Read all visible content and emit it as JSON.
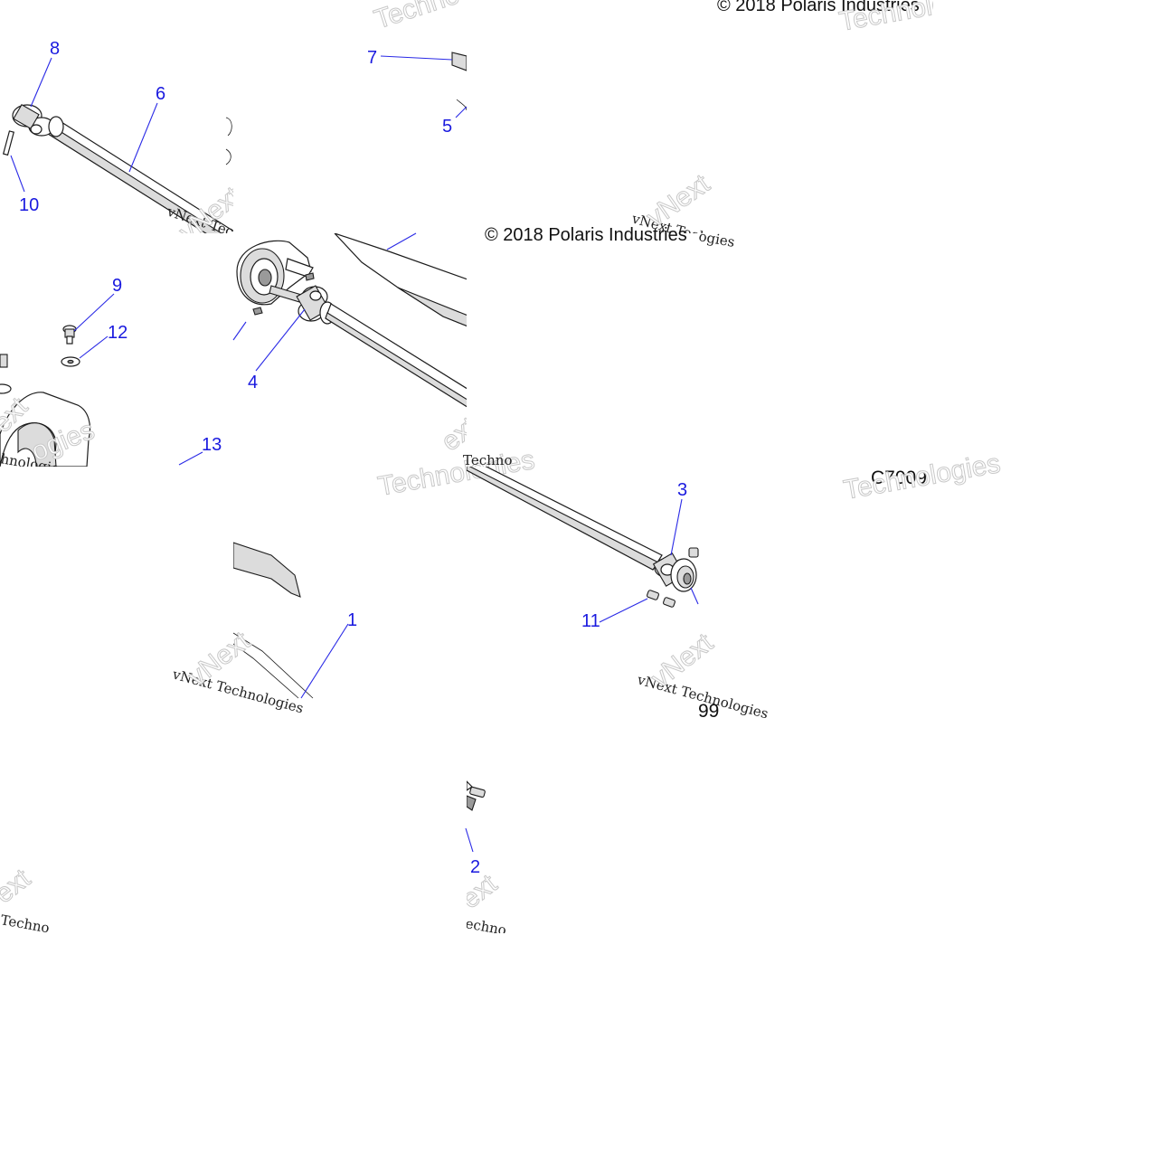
{
  "callouts": {
    "c1": "1",
    "c2": "2",
    "c3": "3",
    "c4": "4",
    "c5": "5",
    "c6": "6",
    "c7": "7",
    "c8": "8",
    "c9": "9",
    "c10": "10",
    "c11": "11",
    "c12": "12",
    "c13": "13"
  },
  "copyright_text": "© 2018 Polaris Industries",
  "drawing_code": "C7009",
  "fragment_99": "99",
  "watermark": {
    "line1": "vNext Technologies",
    "line2": "Technologies",
    "frag_next": "vNext",
    "frag_ext": "ext",
    "frag_techno": "Techno",
    "frag_echn": "echno",
    "frag_nologies": "hnologies",
    "frag_ogies": "ogies"
  },
  "colors": {
    "callout": "#1a1adf",
    "line": "#1c1c1c",
    "background": "#ffffff"
  }
}
